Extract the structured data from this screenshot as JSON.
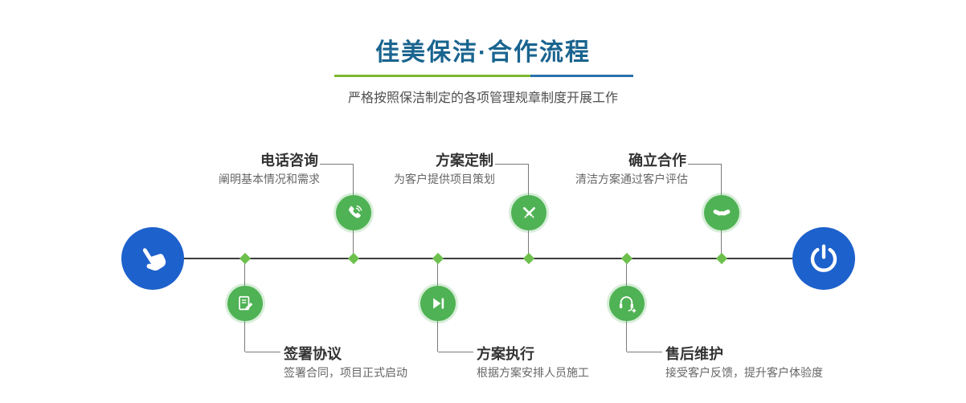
{
  "header": {
    "title": "佳美保洁·合作流程",
    "subtitle": "严格按照保洁制定的各项管理规章制度开展工作"
  },
  "timeline": {
    "start_icon": "pointer-hand-icon",
    "end_icon": "power-icon"
  },
  "steps_top": [
    {
      "title": "电话咨询",
      "desc": "阐明基本情况和需求",
      "icon": "phone-icon"
    },
    {
      "title": "方案定制",
      "desc": "为客户提供项目策划",
      "icon": "pencil-ruler-icon"
    },
    {
      "title": "确立合作",
      "desc": "清洁方案通过客户评估",
      "icon": "handshake-icon"
    }
  ],
  "steps_bottom": [
    {
      "title": "签署协议",
      "desc": "签署合同，项目正式启动",
      "icon": "contract-pen-icon"
    },
    {
      "title": "方案执行",
      "desc": "根据方案安排人员施工",
      "icon": "play-next-icon"
    },
    {
      "title": "售后维护",
      "desc": "接受客户反馈，提升客户体验度",
      "icon": "headset-icon"
    }
  ],
  "colors": {
    "title_blue": "#1a648f",
    "divider_green": "#7cb82f",
    "divider_blue": "#2a6fae",
    "node_green": "#4fb254",
    "diamond_green": "#6dc04e",
    "endpoint_blue": "#1d61cc",
    "timeline_dark": "#3d3d3d"
  }
}
